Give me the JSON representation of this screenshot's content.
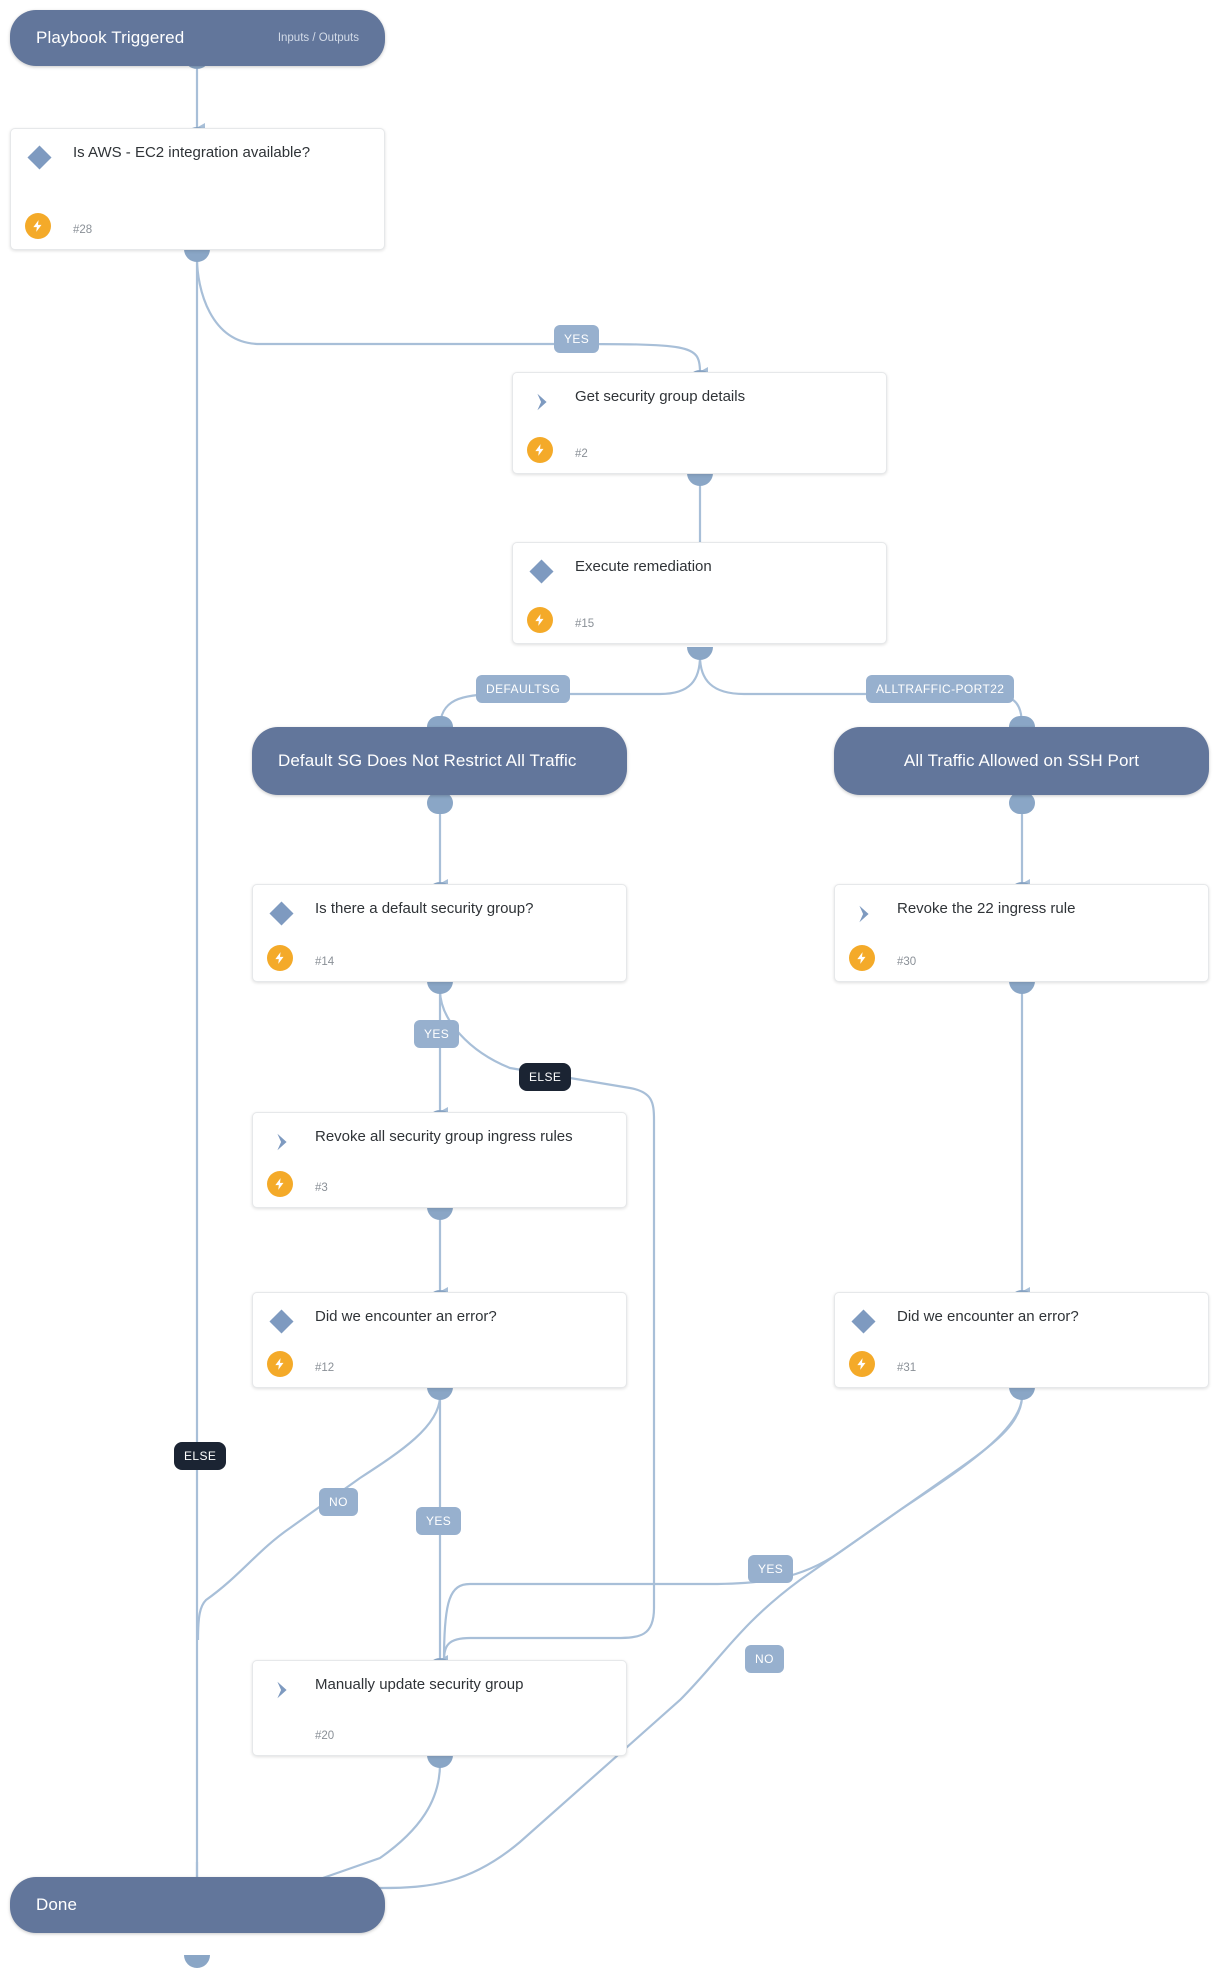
{
  "diagram": {
    "title": "Playbook Triggered",
    "type": "playbook-flow",
    "colors": {
      "pill": "#62769b",
      "card_bg": "#ffffff",
      "edge": "#a8bfd8",
      "label_badge": "#97b0ce",
      "label_badge_dark": "#1b2433",
      "bolt": "#f4aa29",
      "icon": "#7e9ac0"
    }
  },
  "start": {
    "label": "Playbook Triggered",
    "sub": "Inputs / Outputs"
  },
  "end": {
    "label": "Done"
  },
  "sections": [
    {
      "id": "defaultsg",
      "label": "Default SG Does Not Restrict All Traffic"
    },
    {
      "id": "alltraffic",
      "label": "All Traffic Allowed on SSH Port"
    }
  ],
  "nodes": [
    {
      "id": "n28",
      "title": "Is AWS - EC2 integration available?",
      "num": "#28",
      "kind": "condition",
      "bolt": true
    },
    {
      "id": "n2",
      "title": "Get security group details",
      "num": "#2",
      "kind": "task",
      "bolt": true
    },
    {
      "id": "n15",
      "title": "Execute remediation",
      "num": "#15",
      "kind": "condition",
      "bolt": true
    },
    {
      "id": "n14",
      "title": "Is there a default security group?",
      "num": "#14",
      "kind": "condition",
      "bolt": true
    },
    {
      "id": "n30",
      "title": "Revoke the 22 ingress rule",
      "num": "#30",
      "kind": "task",
      "bolt": true
    },
    {
      "id": "n3",
      "title": "Revoke all security group ingress rules",
      "num": "#3",
      "kind": "task",
      "bolt": true
    },
    {
      "id": "n12",
      "title": "Did we encounter an error?",
      "num": "#12",
      "kind": "condition",
      "bolt": true
    },
    {
      "id": "n31",
      "title": "Did we encounter an error?",
      "num": "#31",
      "kind": "condition",
      "bolt": true
    },
    {
      "id": "n20",
      "title": "Manually update security group",
      "num": "#20",
      "kind": "task",
      "bolt": false
    }
  ],
  "edge_labels": [
    {
      "id": "yes-28",
      "text": "YES",
      "style": "light"
    },
    {
      "id": "else-28",
      "text": "ELSE",
      "style": "dark"
    },
    {
      "id": "defaultsg-15",
      "text": "DEFAULTSG",
      "style": "light"
    },
    {
      "id": "alltraffic-15",
      "text": "ALLTRAFFIC-PORT22",
      "style": "light"
    },
    {
      "id": "yes-14",
      "text": "YES",
      "style": "light"
    },
    {
      "id": "else-14",
      "text": "ELSE",
      "style": "dark"
    },
    {
      "id": "no-12",
      "text": "NO",
      "style": "light"
    },
    {
      "id": "yes-12",
      "text": "YES",
      "style": "light"
    },
    {
      "id": "yes-31",
      "text": "YES",
      "style": "light"
    },
    {
      "id": "no-31",
      "text": "NO",
      "style": "light"
    }
  ]
}
